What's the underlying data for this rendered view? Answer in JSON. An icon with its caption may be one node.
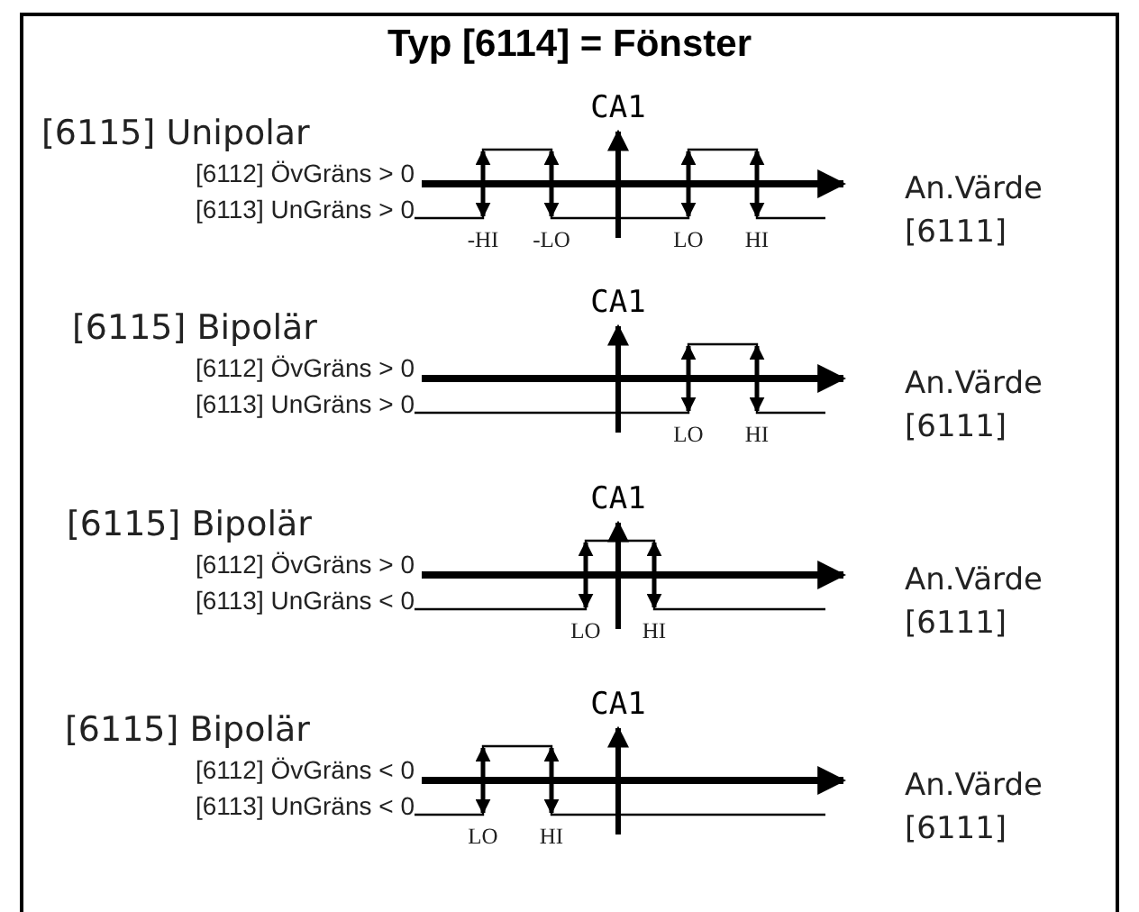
{
  "diagram": {
    "title": "Typ [6114] = Fönster",
    "labels": [
      "CA1",
      "[6115] Unipolar",
      "[6112] ÖvGräns > 0",
      "[6113] UnGräns > 0",
      "An.Värde [6111]",
      "-HI",
      "-LO",
      "LO",
      "HI",
      "CA1",
      "[6115] Bipolär",
      "[6112] ÖvGräns > 0",
      "[6113] UnGräns > 0",
      "An.Värde [6111]",
      "LO",
      "HI",
      "CA1",
      "[6115] Bipolär",
      "[6112] ÖvGräns > 0",
      "[6113] UnGräns < 0",
      "An.Värde [6111]",
      "LO",
      "HI",
      "CA1",
      "[6115] Bipolär",
      "[6112] ÖvGräns < 0",
      "[6113] UnGräns < 0",
      "An.Värde [6111]",
      "LO",
      "HI"
    ]
  }
}
